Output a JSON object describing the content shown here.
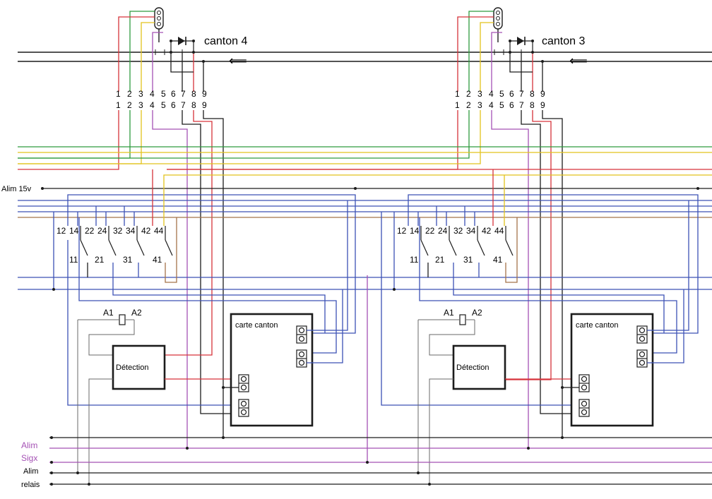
{
  "canton_left": {
    "label": "canton 4"
  },
  "canton_right": {
    "label": "canton 3"
  },
  "arrow_glyph": "⟸",
  "terminal_top": [
    "1",
    "2",
    "3",
    "4",
    "5",
    "6",
    "7",
    "8",
    "9"
  ],
  "terminal_bottom": [
    "1",
    "2",
    "3",
    "4",
    "5",
    "6",
    "7",
    "8",
    "9"
  ],
  "relay": {
    "contacts_top": [
      "12",
      "14",
      "22",
      "24",
      "32",
      "34",
      "42",
      "44"
    ],
    "commons": [
      "11",
      "21",
      "31",
      "41"
    ]
  },
  "coil": {
    "a1": "A1",
    "a2": "A2"
  },
  "detection_label": "Détection",
  "card_label": "carte canton",
  "supply_label": "Alim 15v",
  "bus_labels": {
    "alim": "Alim",
    "sigx": "Sigx",
    "alim_relais_1": "Alim",
    "alim_relais_2": "relais"
  },
  "colors": {
    "red": "#d6333a",
    "green": "#2e9a3e",
    "yellow": "#e2c21c",
    "purple": "#a552b5",
    "blue": "#3c52b5",
    "brown": "#a5744a",
    "dark": "#1c1c1c",
    "gray": "#6a6a6a"
  }
}
